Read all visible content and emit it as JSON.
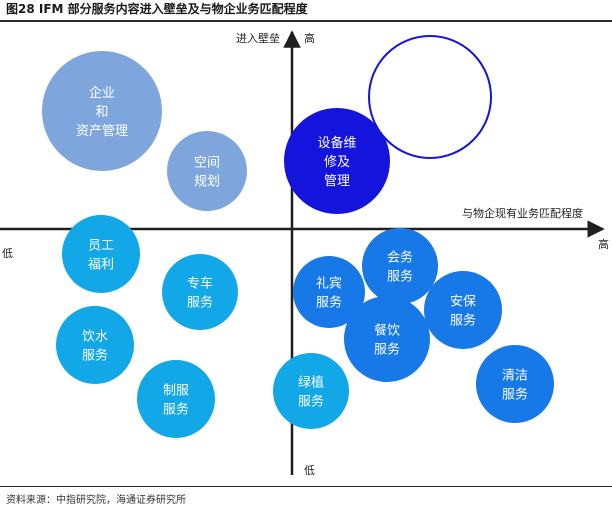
{
  "title": "图28 IFM 部分服务内容进入壁垒及与物企业务匹配程度",
  "source": "资料来源：中指研究院，海通证券研究所",
  "axes": {
    "y_label": "进入壁垒",
    "y_high": "高",
    "y_low": "低",
    "x_label": "与物企现有业务匹配程度",
    "x_high": "高",
    "x_low": "低"
  },
  "colors": {
    "axis": "#1f1f1f",
    "light_blue": "#7fa6dc",
    "cyan": "#12a7e6",
    "mid_blue": "#1778e8",
    "dark_blue": "#1414dc",
    "outline": "#1414dc"
  },
  "bubbles": [
    {
      "id": "facility-asset",
      "lines": [
        "企业",
        "和",
        "资产管理"
      ],
      "tone": "light_blue"
    },
    {
      "id": "space-planning",
      "lines": [
        "空间",
        "规划"
      ],
      "tone": "light_blue"
    },
    {
      "id": "equipment-maintenance",
      "lines": [
        "设备维",
        "修及",
        "管理"
      ],
      "tone": "dark_blue"
    },
    {
      "id": "empty-circle",
      "lines": [],
      "tone": "outline"
    },
    {
      "id": "employee-benefits",
      "lines": [
        "员工",
        "福利"
      ],
      "tone": "cyan"
    },
    {
      "id": "shuttle",
      "lines": [
        "专车",
        "服务"
      ],
      "tone": "cyan"
    },
    {
      "id": "drinking-water",
      "lines": [
        "饮水",
        "服务"
      ],
      "tone": "cyan"
    },
    {
      "id": "uniform",
      "lines": [
        "制服",
        "服务"
      ],
      "tone": "cyan"
    },
    {
      "id": "greenery",
      "lines": [
        "绿植",
        "服务"
      ],
      "tone": "cyan"
    },
    {
      "id": "reception",
      "lines": [
        "礼宾",
        "服务"
      ],
      "tone": "mid_blue"
    },
    {
      "id": "conference",
      "lines": [
        "会务",
        "服务"
      ],
      "tone": "mid_blue"
    },
    {
      "id": "security",
      "lines": [
        "安保",
        "服务"
      ],
      "tone": "mid_blue"
    },
    {
      "id": "catering",
      "lines": [
        "餐饮",
        "服务"
      ],
      "tone": "mid_blue"
    },
    {
      "id": "cleaning",
      "lines": [
        "清洁",
        "服务"
      ],
      "tone": "mid_blue"
    }
  ]
}
